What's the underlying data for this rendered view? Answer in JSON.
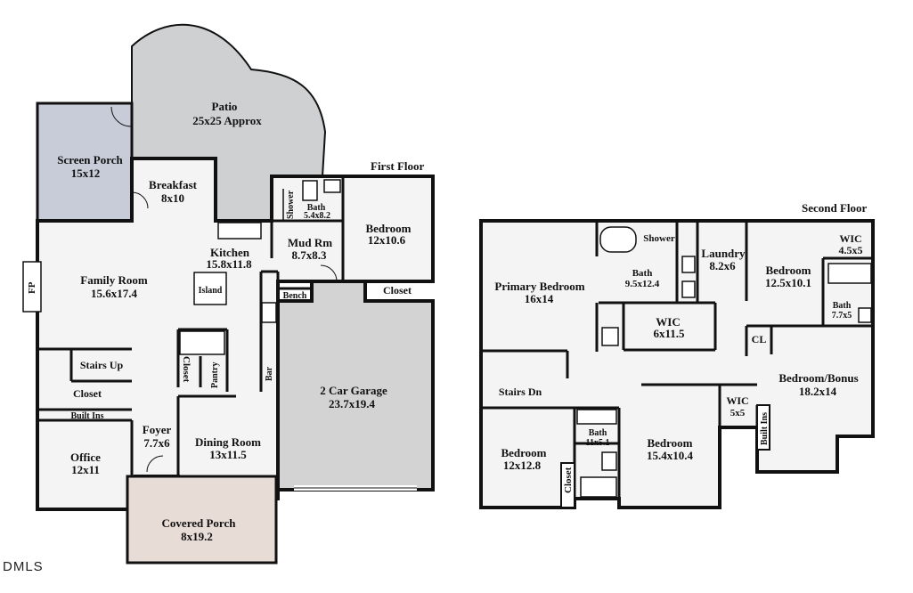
{
  "first_floor": {
    "title": "First Floor",
    "rooms": {
      "patio": {
        "name": "Patio",
        "dims": "25x25 Approx"
      },
      "screen_porch": {
        "name": "Screen Porch",
        "dims": "15x12"
      },
      "breakfast": {
        "name": "Breakfast",
        "dims": "8x10"
      },
      "family_room": {
        "name": "Family Room",
        "dims": "15.6x17.4"
      },
      "kitchen": {
        "name": "Kitchen",
        "dims": "15.8x11.8"
      },
      "island": {
        "name": "Island"
      },
      "mud_room": {
        "name": "Mud Rm",
        "dims": "8.7x8.3"
      },
      "bath": {
        "name": "Bath",
        "dims": "5.4x8.2"
      },
      "shower": {
        "name": "Shower"
      },
      "bedroom": {
        "name": "Bedroom",
        "dims": "12x10.6"
      },
      "bench": {
        "name": "Bench"
      },
      "closet_bed": {
        "name": "Closet"
      },
      "stairs_up": {
        "name": "Stairs Up"
      },
      "closet_hall": {
        "name": "Closet"
      },
      "closet_vert": {
        "name": "Closet"
      },
      "pantry": {
        "name": "Pantry"
      },
      "bar": {
        "name": "Bar"
      },
      "built_ins": {
        "name": "Built Ins"
      },
      "garage": {
        "name": "2 Car Garage",
        "dims": "23.7x19.4"
      },
      "foyer": {
        "name": "Foyer",
        "dims": "7.7x6"
      },
      "dining": {
        "name": "Dining Room",
        "dims": "13x11.5"
      },
      "office": {
        "name": "Office",
        "dims": "12x11"
      },
      "covered_porch": {
        "name": "Covered Porch",
        "dims": "8x19.2"
      },
      "fp": {
        "name": "FP"
      }
    }
  },
  "second_floor": {
    "title": "Second Floor",
    "rooms": {
      "primary_bedroom": {
        "name": "Primary Bedroom",
        "dims": "16x14"
      },
      "shower": {
        "name": "Shower"
      },
      "primary_bath": {
        "name": "Bath",
        "dims": "9.5x12.4"
      },
      "laundry": {
        "name": "Laundry",
        "dims": "8.2x6"
      },
      "bedroom_ne": {
        "name": "Bedroom",
        "dims": "12.5x10.1"
      },
      "wic_ne": {
        "name": "WIC",
        "dims": "4.5x5"
      },
      "bath_ne": {
        "name": "Bath",
        "dims": "7.7x5"
      },
      "wic_primary": {
        "name": "WIC",
        "dims": "6x11.5"
      },
      "cl": {
        "name": "CL"
      },
      "bedroom_bonus": {
        "name": "Bedroom/Bonus",
        "dims": "18.2x14"
      },
      "stairs_dn": {
        "name": "Stairs Dn"
      },
      "wic_small": {
        "name": "WIC",
        "dims": "5x5"
      },
      "built_ins": {
        "name": "Built Ins"
      },
      "bath_hall": {
        "name": "Bath",
        "dims": "11x5.1"
      },
      "bedroom_sw": {
        "name": "Bedroom",
        "dims": "12x12.8"
      },
      "closet": {
        "name": "Closet"
      },
      "bedroom_mid": {
        "name": "Bedroom",
        "dims": "15.4x10.4"
      }
    }
  },
  "watermark": "DMLS",
  "colors": {
    "wall": "#111111",
    "floor": "#f4f4f4",
    "patio": "#cfd0d1",
    "screen_porch": "#c7ccd8",
    "garage": "#d3d3d3",
    "covered_porch": "#e8dcd7"
  }
}
